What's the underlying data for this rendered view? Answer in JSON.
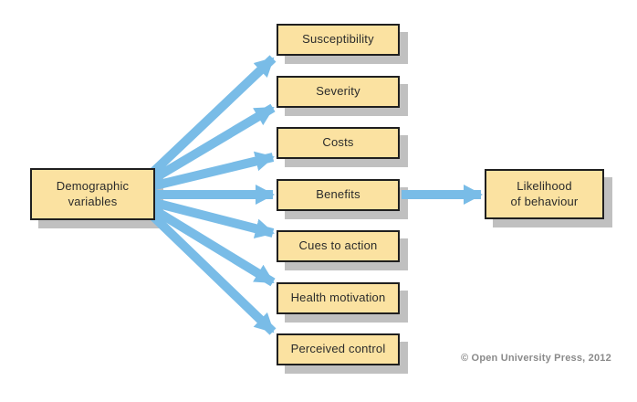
{
  "diagram": {
    "title_hint": "Health belief model flow diagram",
    "source": {
      "line1": "Demographic",
      "line2": "variables"
    },
    "factors": [
      "Susceptibility",
      "Severity",
      "Costs",
      "Benefits",
      "Cues to action",
      "Health motivation",
      "Perceived control"
    ],
    "outcome": {
      "line1": "Likelihood",
      "line2": "of behaviour"
    },
    "edges": [
      {
        "from": "Demographic variables",
        "to": "Susceptibility"
      },
      {
        "from": "Demographic variables",
        "to": "Severity"
      },
      {
        "from": "Demographic variables",
        "to": "Costs"
      },
      {
        "from": "Demographic variables",
        "to": "Benefits"
      },
      {
        "from": "Demographic variables",
        "to": "Cues to action"
      },
      {
        "from": "Demographic variables",
        "to": "Health motivation"
      },
      {
        "from": "Demographic variables",
        "to": "Perceived control"
      },
      {
        "from": "Benefits",
        "to": "Likelihood of behaviour"
      }
    ],
    "credit": "© Open University Press, 2012",
    "colors": {
      "box_fill": "#fbe2a1",
      "box_border": "#1f1f1f",
      "box_shadow": "#c0c0c0",
      "arrow": "#79bce7",
      "box_text": "#2b2b2b",
      "credit_text": "#8a8a8a",
      "background": "#ffffff"
    }
  }
}
